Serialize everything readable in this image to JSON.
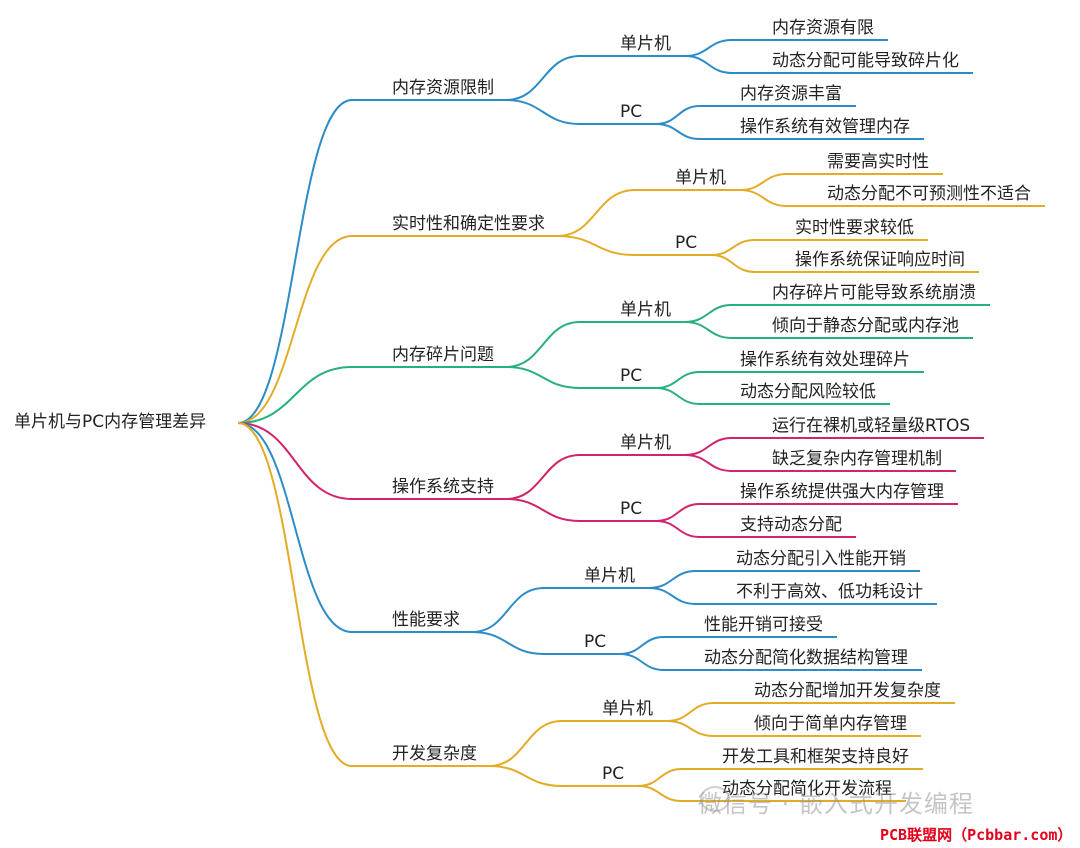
{
  "root": "单片机与PC内存管理差异",
  "branches": [
    {
      "label": "内存资源限制",
      "color": "#2c8cc6",
      "groups": [
        {
          "label": "单片机",
          "leaves": [
            "内存资源有限",
            "动态分配可能导致碎片化"
          ]
        },
        {
          "label": "PC",
          "leaves": [
            "内存资源丰富",
            "操作系统有效管理内存"
          ]
        }
      ]
    },
    {
      "label": "实时性和确定性要求",
      "color": "#e2ac27",
      "groups": [
        {
          "label": "单片机",
          "leaves": [
            "需要高实时性",
            "动态分配不可预测性不适合"
          ]
        },
        {
          "label": "PC",
          "leaves": [
            "实时性要求较低",
            "操作系统保证响应时间"
          ]
        }
      ]
    },
    {
      "label": "内存碎片问题",
      "color": "#27b07a",
      "groups": [
        {
          "label": "单片机",
          "leaves": [
            "内存碎片可能导致系统崩溃",
            "倾向于静态分配或内存池"
          ]
        },
        {
          "label": "PC",
          "leaves": [
            "操作系统有效处理碎片",
            "动态分配风险较低"
          ]
        }
      ]
    },
    {
      "label": "操作系统支持",
      "color": "#d2236d",
      "groups": [
        {
          "label": "单片机",
          "leaves": [
            "运行在裸机或轻量级RTOS",
            "缺乏复杂内存管理机制"
          ]
        },
        {
          "label": "PC",
          "leaves": [
            "操作系统提供强大内存管理",
            "支持动态分配"
          ]
        }
      ]
    },
    {
      "label": "性能要求",
      "color": "#2c8cc6",
      "groups": [
        {
          "label": "单片机",
          "leaves": [
            "动态分配引入性能开销",
            "不利于高效、低功耗设计"
          ]
        },
        {
          "label": "PC",
          "leaves": [
            "性能开销可接受",
            "动态分配简化数据结构管理"
          ]
        }
      ]
    },
    {
      "label": "开发复杂度",
      "color": "#e2ac27",
      "groups": [
        {
          "label": "单片机",
          "leaves": [
            "动态分配增加开发复杂度",
            "倾向于简单内存管理"
          ]
        },
        {
          "label": "PC",
          "leaves": [
            "开发工具和框架支持良好",
            "动态分配简化开发流程"
          ]
        }
      ]
    }
  ],
  "watermark": "微信号 · 嵌入式开发编程",
  "footer": "PCB联盟网（Pcbbar.com）"
}
